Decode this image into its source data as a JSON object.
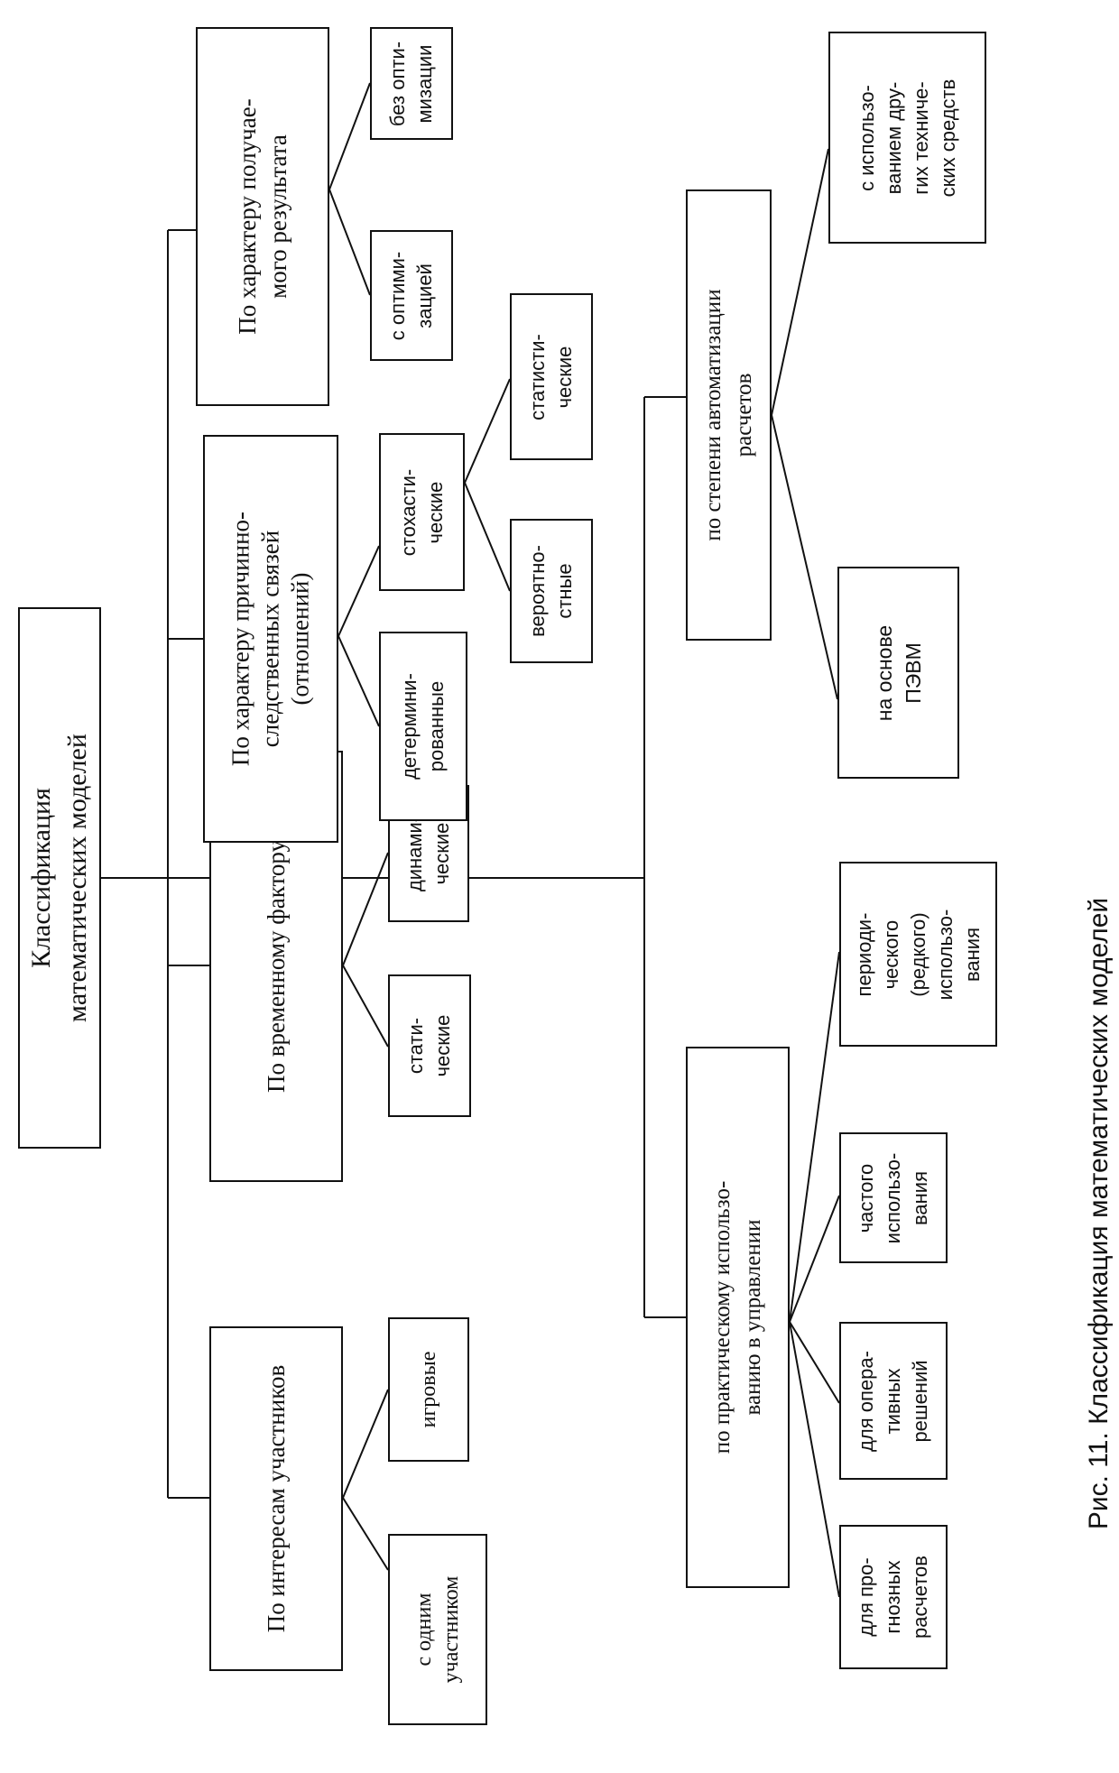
{
  "root": {
    "lines": [
      "Классификация",
      "математических моделей"
    ]
  },
  "categories": {
    "participants": {
      "lines": [
        "По интересам участников"
      ]
    },
    "time": {
      "lines": [
        "По временному фактору"
      ]
    },
    "causal": {
      "lines": [
        "По характеру причинно-",
        "следственных связей",
        "(отношений)"
      ]
    },
    "result": {
      "lines": [
        "По характеру получае-",
        "мого результата"
      ]
    },
    "practical": {
      "lines": [
        "по практическому использо-",
        "ванию в управлении"
      ]
    },
    "automation": {
      "lines": [
        "по степени автоматизации",
        "расчетов"
      ]
    }
  },
  "leaves": {
    "one_participant": {
      "lines": [
        "с одним",
        "участником"
      ]
    },
    "game": {
      "lines": [
        "игровые"
      ]
    },
    "static": {
      "lines": [
        "стати-",
        "ческие"
      ]
    },
    "dynamic": {
      "lines": [
        "динами-",
        "ческие"
      ]
    },
    "deterministic": {
      "lines": [
        "детермини-",
        "рованные"
      ]
    },
    "stochastic": {
      "lines": [
        "стохасти-",
        "ческие"
      ]
    },
    "probabilistic": {
      "lines": [
        "вероятно-",
        "стные"
      ]
    },
    "statistical": {
      "lines": [
        "статисти-",
        "ческие"
      ]
    },
    "with_optimization": {
      "lines": [
        "с оптими-",
        "зацией"
      ]
    },
    "without_optimization": {
      "lines": [
        "без опти-",
        "мизации"
      ]
    },
    "forecast": {
      "lines": [
        "для про-",
        "гнозных",
        "расчетов"
      ]
    },
    "operational": {
      "lines": [
        "для опера-",
        "тивных",
        "решений"
      ]
    },
    "frequent": {
      "lines": [
        "частого",
        "использо-",
        "вания"
      ]
    },
    "periodic": {
      "lines": [
        "периоди-",
        "ческого",
        "(редкого)",
        "использо-",
        "вания"
      ]
    },
    "pc_based": {
      "lines": [
        "на основе",
        "ПЭВМ"
      ]
    },
    "other_tech": {
      "lines": [
        "с использо-",
        "ванием дру-",
        "гих техниче-",
        "ских средств"
      ]
    }
  },
  "caption": "Рис. 11. Классификация математических моделей"
}
